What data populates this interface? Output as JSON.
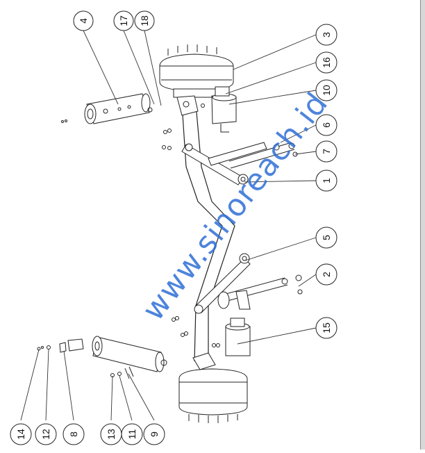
{
  "watermark": "www.sinoreach.id",
  "callouts": [
    {
      "id": "c4",
      "label": "4"
    },
    {
      "id": "c17",
      "label": "17"
    },
    {
      "id": "c18",
      "label": "18"
    },
    {
      "id": "c3",
      "label": "3"
    },
    {
      "id": "c16",
      "label": "16"
    },
    {
      "id": "c10",
      "label": "10"
    },
    {
      "id": "c6",
      "label": "6"
    },
    {
      "id": "c7",
      "label": "7"
    },
    {
      "id": "c1",
      "label": "1"
    },
    {
      "id": "c5",
      "label": "5"
    },
    {
      "id": "c2",
      "label": "2"
    },
    {
      "id": "c15",
      "label": "15"
    },
    {
      "id": "c14",
      "label": "14"
    },
    {
      "id": "c12",
      "label": "12"
    },
    {
      "id": "c8",
      "label": "8"
    },
    {
      "id": "c13",
      "label": "13"
    },
    {
      "id": "c11",
      "label": "11"
    },
    {
      "id": "c9",
      "label": "9"
    }
  ]
}
